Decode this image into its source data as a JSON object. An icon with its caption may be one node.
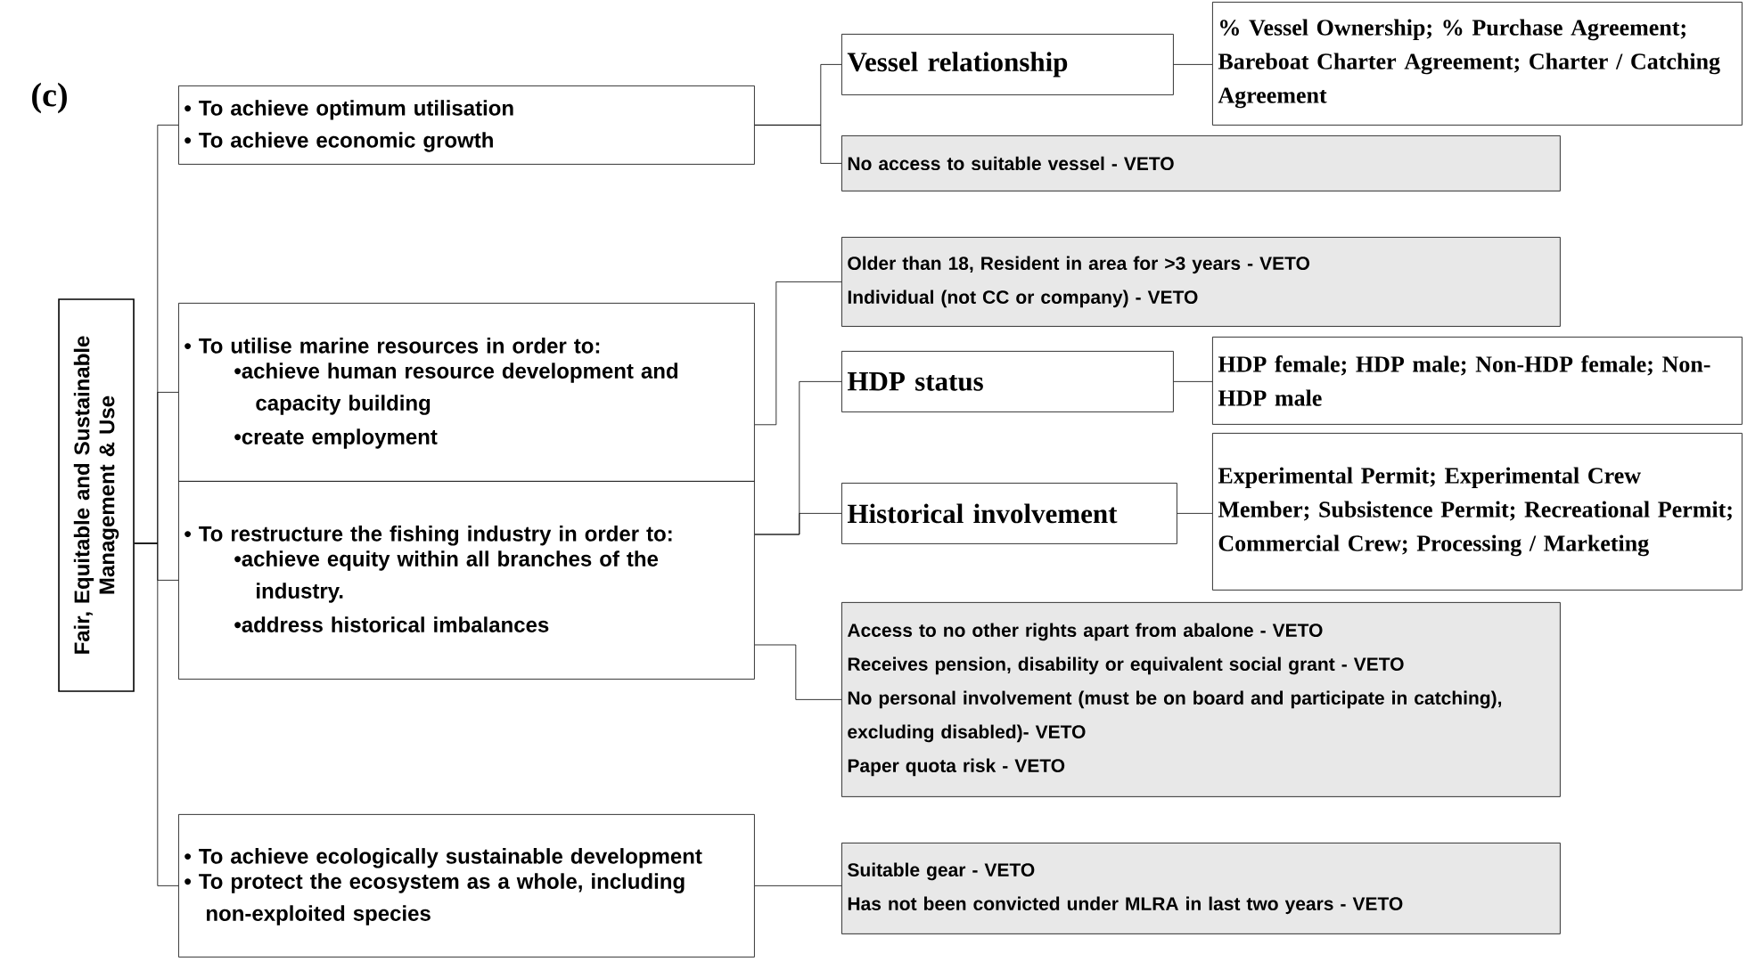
{
  "diagram": {
    "nodes": [
      {
        "text": [
          "Fair, Equitable and Sustainable Management & Use"
        ]
      },
      {
        "text": [
          "• To achieve optimum utilisation",
          "• To achieve economic growth"
        ]
      },
      {
        "text": [
          "• To utilise marine resources in order to:",
          "•achieve human resource development and capacity building",
          "•create employment"
        ]
      },
      {
        "text": [
          "• To restructure the fishing industry in order to:",
          "•achieve equity within all branches of the industry.",
          "•address historical imbalances"
        ]
      },
      {
        "text": [
          "• To achieve ecologically sustainable development",
          "• To protect the ecosystem as a whole, including non-exploited species"
        ]
      },
      {
        "text": [
          "Vessel relationship"
        ]
      },
      {
        "text": [
          "% Vessel Ownership; % Purchase Agreement; Bareboat Charter Agreement; Charter / Catching Agreement"
        ]
      },
      {
        "text": [
          "No access to suitable vessel - VETO"
        ]
      },
      {
        "text": [
          "Older than 18, Resident in area for >3 years - VETO",
          "Individual (not CC or company) - VETO"
        ]
      },
      {
        "text": [
          "HDP status"
        ]
      },
      {
        "text": [
          "HDP female; HDP male; Non-HDP female; Non-HDP male"
        ]
      },
      {
        "text": [
          "Historical involvement"
        ]
      },
      {
        "text": [
          "Experimental Permit; Experimental Crew Member; Subsistence Permit; Recreational Permit; Commercial Crew; Processing / Marketing"
        ]
      },
      {
        "text": [
          "Access to no other rights apart from abalone - VETO",
          "Receives pension, disability or equivalent social grant - VETO",
          "No personal involvement (must be on board and participate in catching), excluding disabled)- VETO",
          "Paper quota risk - VETO"
        ]
      },
      {
        "text": [
          "Suitable gear - VETO",
          "Has not been convicted under MLRA in last two years - VETO"
        ]
      }
    ],
    "edges": [
      {
        "from": 0,
        "to": 1,
        "arrow": "none"
      },
      {
        "from": 0,
        "to": 2,
        "arrow": "none"
      },
      {
        "from": 0,
        "to": 3,
        "arrow": "none"
      },
      {
        "from": 0,
        "to": 4,
        "arrow": "none"
      },
      {
        "from": 1,
        "to": 5,
        "arrow": "none"
      },
      {
        "from": 1,
        "to": 7,
        "arrow": "none"
      },
      {
        "from": 5,
        "to": 6,
        "arrow": "none"
      },
      {
        "from": 2,
        "to": 8,
        "arrow": "none"
      },
      {
        "from": 3,
        "to": 9,
        "arrow": "none"
      },
      {
        "from": 3,
        "to": 11,
        "arrow": "none"
      },
      {
        "from": 9,
        "to": 10,
        "arrow": "none"
      },
      {
        "from": 11,
        "to": 12,
        "arrow": "none"
      },
      {
        "from": 3,
        "to": 13,
        "arrow": "none"
      },
      {
        "from": 4,
        "to": 14,
        "arrow": "none"
      }
    ],
    "labels": [
      "(c)"
    ]
  }
}
